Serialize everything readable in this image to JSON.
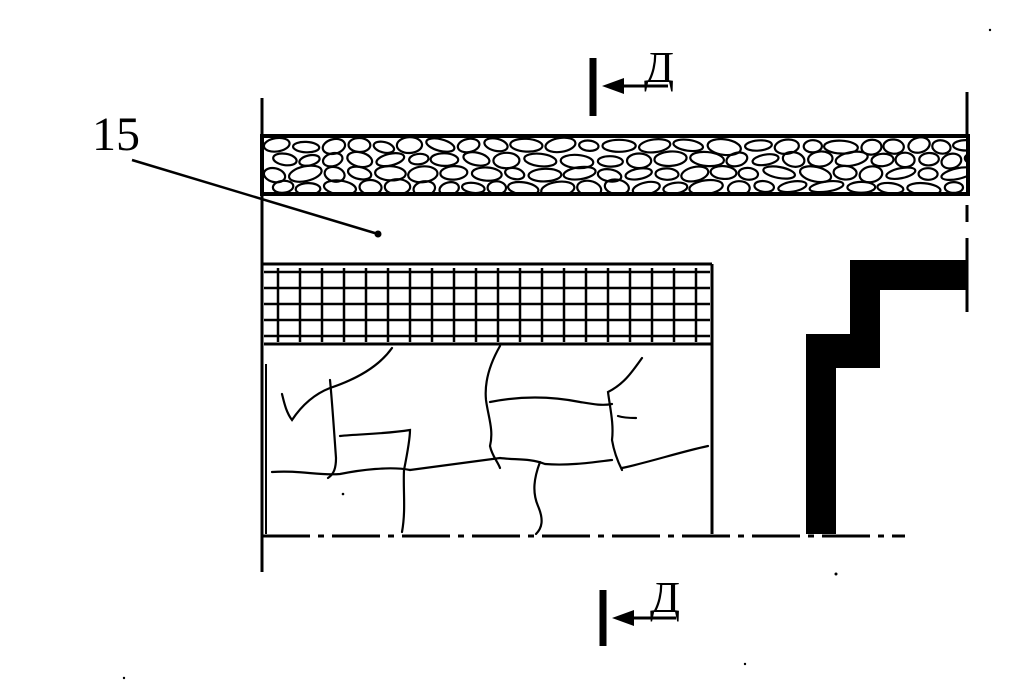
{
  "drawing": {
    "reference_number": "15",
    "section_top_label": "Д",
    "section_bottom_label": "Д"
  }
}
